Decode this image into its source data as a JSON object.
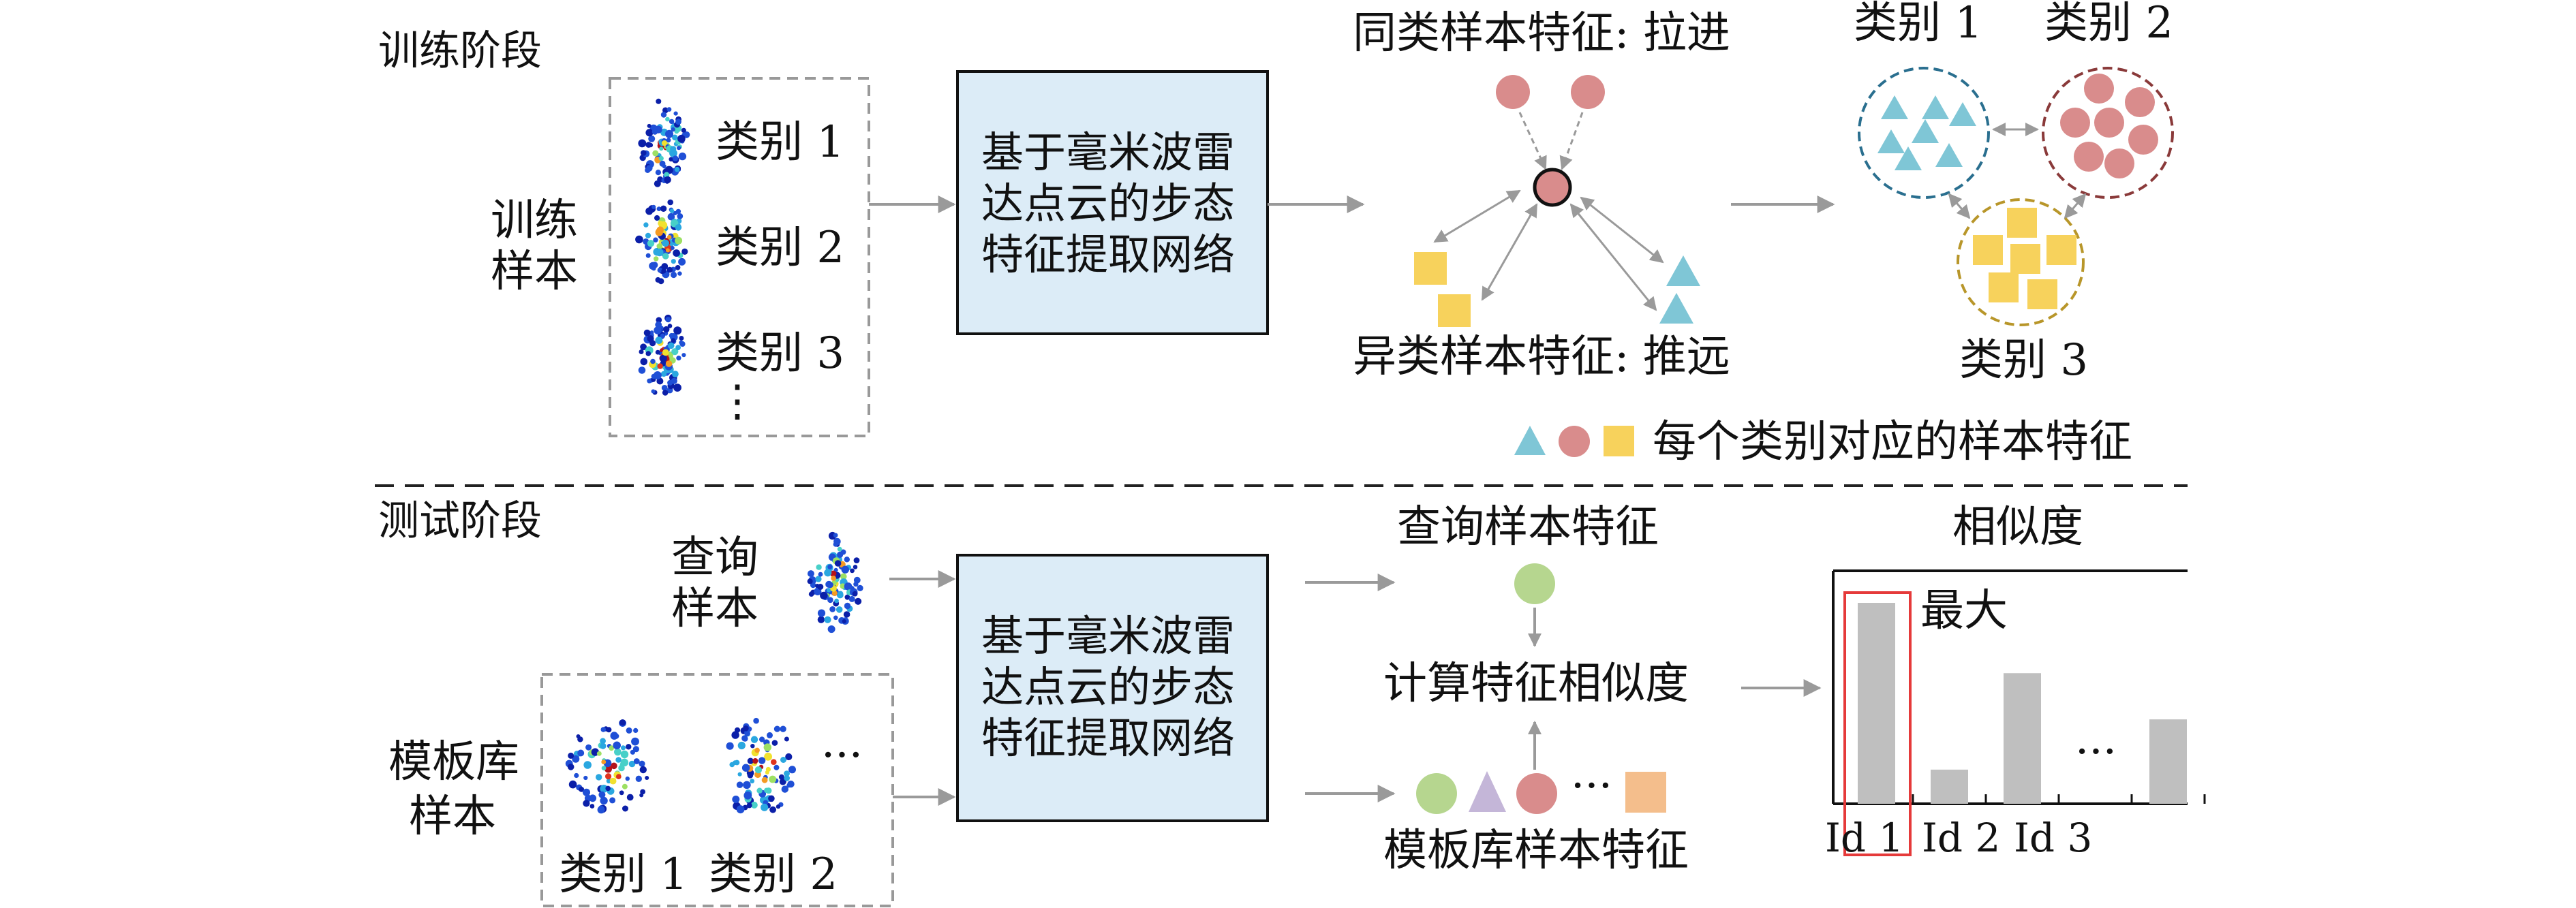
{
  "training": {
    "stage_label": "训练阶段",
    "input_label_line1": "训练",
    "input_label_line2": "样本",
    "class_labels": [
      "类别 1",
      "类别 2",
      "类别 3"
    ],
    "ellipsis": "⋮",
    "network_lines": [
      "基于毫米波雷",
      "达点云的步态",
      "特征提取网络"
    ],
    "pull_label": "同类样本特征: 拉进",
    "push_label": "异类样本特征: 推远",
    "cluster_labels": [
      "类别 1",
      "类别 2",
      "类别 3"
    ],
    "legend_text": "每个类别对应的样本特征"
  },
  "testing": {
    "stage_label": "测试阶段",
    "query_label_line1": "查询",
    "query_label_line2": "样本",
    "gallery_label_line1": "模板库",
    "gallery_label_line2": "样本",
    "gallery_class_labels": [
      "类别 1",
      "类别 2"
    ],
    "gallery_ellipsis": "···",
    "network_lines": [
      "基于毫米波雷",
      "达点云的步态",
      "特征提取网络"
    ],
    "query_feature_label": "查询样本特征",
    "compute_label": "计算特征相似度",
    "gallery_feature_label": "模板库样本特征",
    "gallery_feature_ellipsis": "···",
    "similarity_title": "相似度",
    "max_label": "最大",
    "bar_ellipsis": "···",
    "id_labels": [
      "Id 1",
      "Id 2",
      "Id 3"
    ]
  },
  "colors": {
    "network_fill": "#dcecf7",
    "triangle": "#7fc6d6",
    "circle": "#d98c8c",
    "square": "#f7d25c",
    "green_circle": "#b6d68f",
    "purple_triangle": "#c4b6d8",
    "orange_square": "#f4be8c",
    "bar": "#bfbfbf",
    "highlight": "#e53a3a",
    "arrow": "#9a9a9a"
  },
  "chart_data": {
    "type": "bar",
    "title": "相似度",
    "categories": [
      "Id 1",
      "Id 2",
      "Id 3",
      "",
      "···"
    ],
    "values": [
      1.0,
      0.17,
      0.65,
      0,
      0.42
    ],
    "highlight_category": "Id 1",
    "highlight_label": "最大"
  }
}
